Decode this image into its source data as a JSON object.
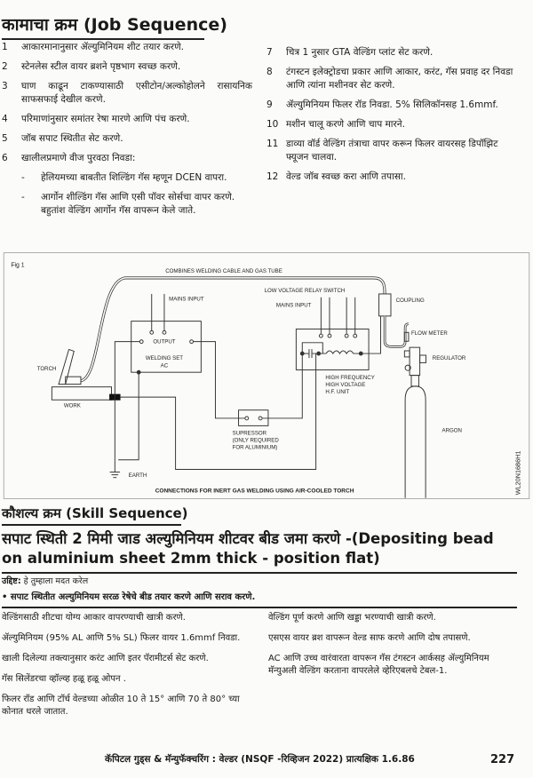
{
  "job_sequence": {
    "heading": "कामाचा क्रम (Job Sequence)",
    "left_items": [
      {
        "num": "1",
        "text": "आकारमानानुसार ॲल्युमिनियम शीट तयार करणे."
      },
      {
        "num": "2",
        "text": "स्टेनलेस स्टील वायर ब्रशने पृष्ठभाग स्वच्छ करणे."
      },
      {
        "num": "3",
        "text": "घाण काढून टाकण्यासाठी एसीटोन/अल्कोहोलने रासायनिक साफसफाई देखील करणे."
      },
      {
        "num": "4",
        "text": "परिमाणांनुसार समांतर रेषा मारणे आणि पंच करणे."
      },
      {
        "num": "5",
        "text": "जॉब सपाट स्थितीत सेट करणे."
      },
      {
        "num": "6",
        "text": "खालीलप्रमाणे वीज पुरवठा निवडा:"
      }
    ],
    "sub_items": [
      {
        "dash": "-",
        "text": "हेलियमच्या बाबतीत शिल्डिंग गॅस म्हणून DCEN वापरा."
      },
      {
        "dash": "-",
        "text": "आर्गोन शील्डिंग गॅस आणि एसी पॉवर सोर्सचा वापर करणे. बहुतांश वेल्डिंग आर्गोन गॅस वापरून केले जाते."
      }
    ],
    "right_items": [
      {
        "num": "7",
        "text": "चित्र 1 नुसार GTA वेल्डिंग प्लांट सेट करणे."
      },
      {
        "num": "8",
        "text": "टंगस्टन इलेक्ट्रोडचा प्रकार आणि आकार, करंट, गॅस प्रवाह दर निवडा आणि त्यांना मशीनवर सेट करणे."
      },
      {
        "num": "9",
        "text": "ॲल्युमिनियम फिलर रॉड निवडा. 5% सिलिकॉनसह 1.6mmf."
      },
      {
        "num": "10",
        "text": "मशीन चालू करणे आणि चाप मारने."
      },
      {
        "num": "11",
        "text": "डाव्या वॉर्ड वेल्डिंग तंत्राचा वापर करून फिलर वायरसह डिपॉझिट फ्यूजन चालवा."
      },
      {
        "num": "12",
        "text": "वेल्ड जॉब स्वच्छ करा आणि तपासा."
      }
    ]
  },
  "figure": {
    "label": "Fig 1",
    "cable": "COMBINES WELDING CABLE AND GAS TUBE",
    "mains_input_1": "MAINS INPUT",
    "relay": "LOW VOLTAGE RELAY SWITCH",
    "mains_input_2": "MAINS INPUT",
    "coupling": "COUPLING",
    "flow_meter": "FLOW METER",
    "regulator": "REGULATOR",
    "output": "OUTPUT",
    "welding_set": "WELDING SET",
    "ac": "AC",
    "torch": "TORCH",
    "work": "WORK",
    "hf_1": "HIGH FREQUENCY",
    "hf_2": "HIGH VOLTAGE",
    "hf_3": "H.F. UNIT",
    "sup_1": "SUPRESSOR",
    "sup_2": "(ONLY REQUIRED",
    "sup_3": "FOR ALUMINIUM)",
    "argon": "ARGON",
    "earth": "EARTH",
    "caption": "CONNECTIONS FOR INERT GAS WELDING USING AIR-COOLED TORCH",
    "code": "WL20N1686H1"
  },
  "skill_sequence": {
    "heading": "कौशल्य क्रम (Skill Sequence)",
    "title": "सपाट स्थिती 2 मिमी जाड अल्युमिनियम शीटवर बीड जमा करणे -(Depositing bead on aluminium sheet 2mm thick - position flat)",
    "objective_label": "उद्दिष्ट:",
    "objective_text": "हे तुम्हाला मदत करेल",
    "bullet": "•  सपाट स्थितीत अल्युमिनियम सरळ रेषेचे बीड तयार करणे आणि सराव करणे.",
    "left": [
      "वेल्डिंगसाठी शीटचा योग्य आकार वापरण्याची खात्री करणे.",
      "ॲल्युमिनियम (95% AL आणि 5% SL) फिलर वायर 1.6mmf निवडा.",
      "खाली दिलेल्या तक्त्यानुसार करंट आणि इतर पॅरामीटर्स सेट करणे.",
      "गॅस सिलेंडरचा व्हॉल्व्ह हळू हळू ओपन .",
      "फिलर रॉड आणि टॉर्च वेल्डच्या ओळीत 10 ते 15° आणि 70 ते 80° च्या कोनात धरले जातात."
    ],
    "right": [
      "वेल्डिंग पूर्ण करणे आणि खड्डा भरण्याची खात्री करणे.",
      "एसएस वायर ब्रश वापरून वेल्ड साफ करणे आणि दोष तपासणे.",
      "AC आणि उच्च वारंवारता वापरून गॅस टंगस्टन आर्कसह ॲल्युमिनियम मॅन्युअली वेल्डिंग करताना वापरलेले व्हेरिएबलचे टेबल-1."
    ]
  },
  "footer": {
    "text": "कॅपिटल गुड्स & मॅन्युफॅक्चरिंग : वेल्डर (NSQF -रिव्हिजन 2022) प्रात्यक्षिक  1.6.86",
    "page": "227"
  }
}
